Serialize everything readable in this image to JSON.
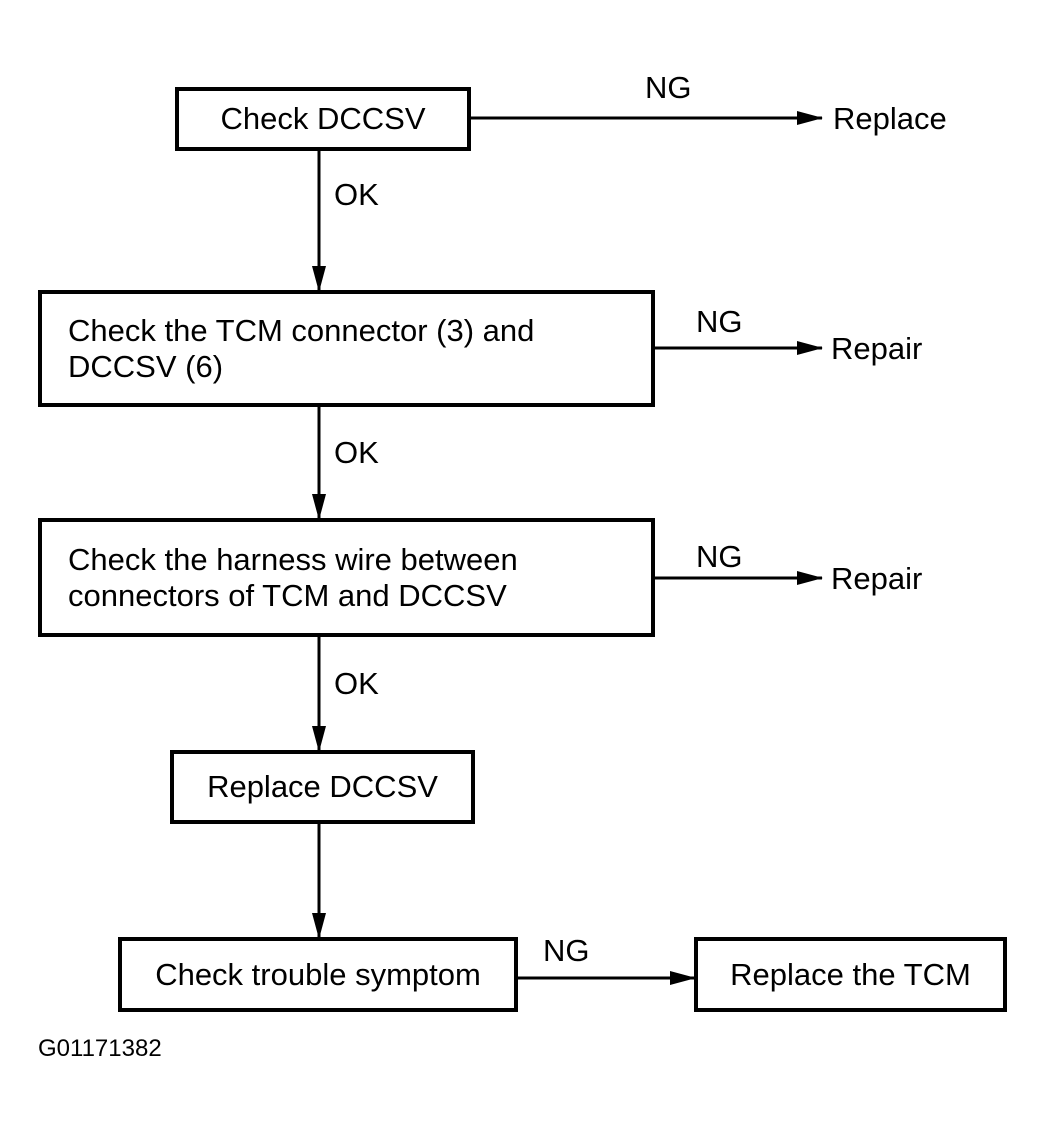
{
  "nodes": {
    "check_dccsv": "Check DCCSV",
    "check_tcm_connector": "Check the TCM connector (3) and\nDCCSV (6)",
    "check_harness_wire": "Check the harness wire between\nconnectors of TCM and DCCSV",
    "replace_dccsv": "Replace DCCSV",
    "check_trouble_symptom": "Check trouble symptom",
    "replace_tcm": "Replace the TCM"
  },
  "outcomes": {
    "replace": "Replace",
    "repair_1": "Repair",
    "repair_2": "Repair"
  },
  "edge_labels": {
    "ng_1": "NG",
    "ok_1": "OK",
    "ng_2": "NG",
    "ok_2": "OK",
    "ng_3": "NG",
    "ok_3": "OK",
    "ng_4": "NG"
  },
  "figure_code": "G01171382",
  "colors": {
    "line": "#000000",
    "background": "#ffffff"
  }
}
